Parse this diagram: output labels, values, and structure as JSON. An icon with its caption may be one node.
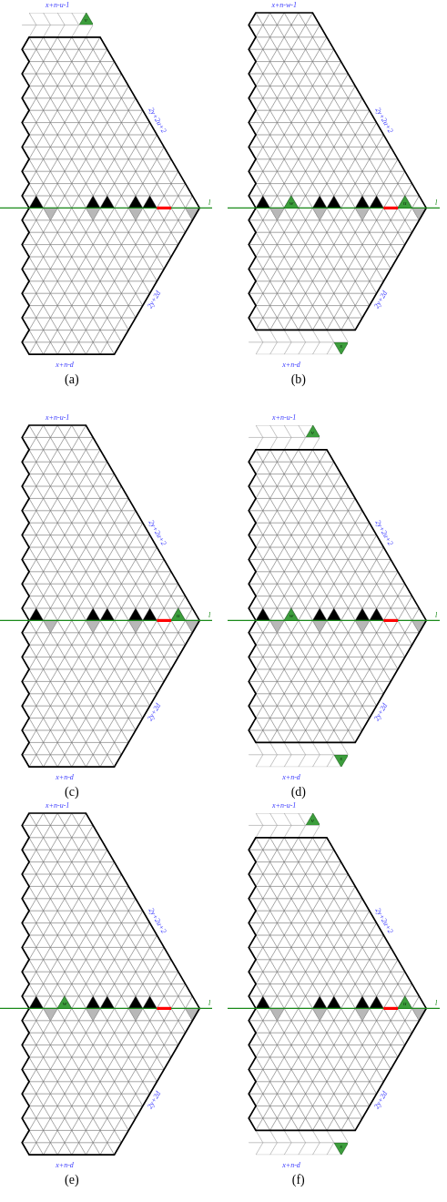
{
  "diagram": {
    "nodes": [
      {
        "text": [
          "v"
        ]
      },
      {
        "text": [
          "w"
        ]
      },
      {
        "text": [
          "u"
        ]
      },
      {
        "text": [
          "s"
        ]
      },
      {
        "text": [
          "u"
        ]
      },
      {
        "text": [
          "v"
        ]
      },
      {
        "text": [
          "w"
        ]
      },
      {
        "text": [
          "s"
        ]
      },
      {
        "text": [
          "w"
        ]
      },
      {
        "text": [
          "v"
        ]
      },
      {
        "text": [
          "u"
        ]
      },
      {
        "text": [
          "s"
        ]
      }
    ],
    "labels": [
      "x+n-u-1",
      "x+n-w-1",
      "2y+2u+2",
      "2y+2u+2",
      "l",
      "l",
      "2y+2d",
      "2y+2d",
      "x+n-d",
      "x+n-d",
      "(a)",
      "(b)",
      "x+n-u-1",
      "x+n-u-1",
      "2y+2u+2",
      "2y+2u+2",
      "l",
      "l",
      "2y+2d",
      "2y+2d",
      "x+n-d",
      "x+n-d",
      "(c)",
      "(d)",
      "x+n-u-1",
      "x+n-u-1",
      "2y+2u+2",
      "2y+2u+2",
      "l",
      "l",
      "2y+2d",
      "2y+2d",
      "x+n-d",
      "x+n-d",
      "(e)",
      "(f)"
    ]
  }
}
